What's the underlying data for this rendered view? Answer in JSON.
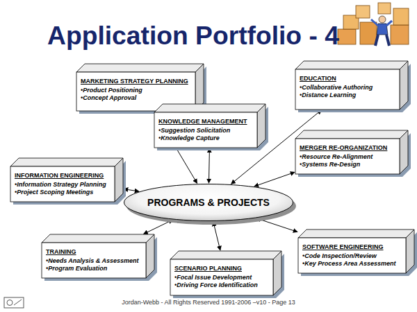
{
  "diagram": {
    "title": "Application Portfolio - 4",
    "nodes": [
      {
        "text": [
          "MARKETING STRATEGY PLANNING",
          "•Product Positioning",
          "•Concept Approval"
        ]
      },
      {
        "text": [
          "EDUCATION",
          "•Collaborative Authoring",
          "•Distance Learning"
        ]
      },
      {
        "text": [
          "KNOWLEDGE MANAGEMENT",
          "•Suggestion Solicitation",
          "•Knowledge Capture"
        ]
      },
      {
        "text": [
          "MERGER RE-ORGANIZATION",
          "•Resource Re-Alignment",
          "•Systems Re-Design"
        ]
      },
      {
        "text": [
          "INFORMATION ENGINEERING",
          "•Information Strategy Planning",
          "•Project Scoping Meetings"
        ]
      },
      {
        "text": [
          "PROGRAMS & PROJECTS"
        ]
      },
      {
        "text": [
          "SOFTWARE ENGINEERING",
          "•Code Inspection/Review",
          "•Key Process Area Assessment"
        ]
      },
      {
        "text": [
          "TRAINING",
          "•Needs Analysis & Assessment",
          "•Program Evaluation"
        ]
      },
      {
        "text": [
          "SCENARIO PLANNING",
          "•Focal Issue Development",
          "•Driving Force Identification"
        ]
      }
    ],
    "edges": [
      {
        "from": 5,
        "to": 0,
        "arrow": "both"
      },
      {
        "from": 5,
        "to": 1,
        "arrow": "both"
      },
      {
        "from": 5,
        "to": 2,
        "arrow": "both"
      },
      {
        "from": 5,
        "to": 3,
        "arrow": "both"
      },
      {
        "from": 5,
        "to": 4,
        "arrow": "both"
      },
      {
        "from": 5,
        "to": 6,
        "arrow": "both"
      },
      {
        "from": 5,
        "to": 7,
        "arrow": "both"
      },
      {
        "from": 5,
        "to": 8,
        "arrow": "both"
      }
    ],
    "labels": [
      "Jordan-Webb - All Rights Reserved 1991-2006 –v10 - Page 13"
    ]
  }
}
